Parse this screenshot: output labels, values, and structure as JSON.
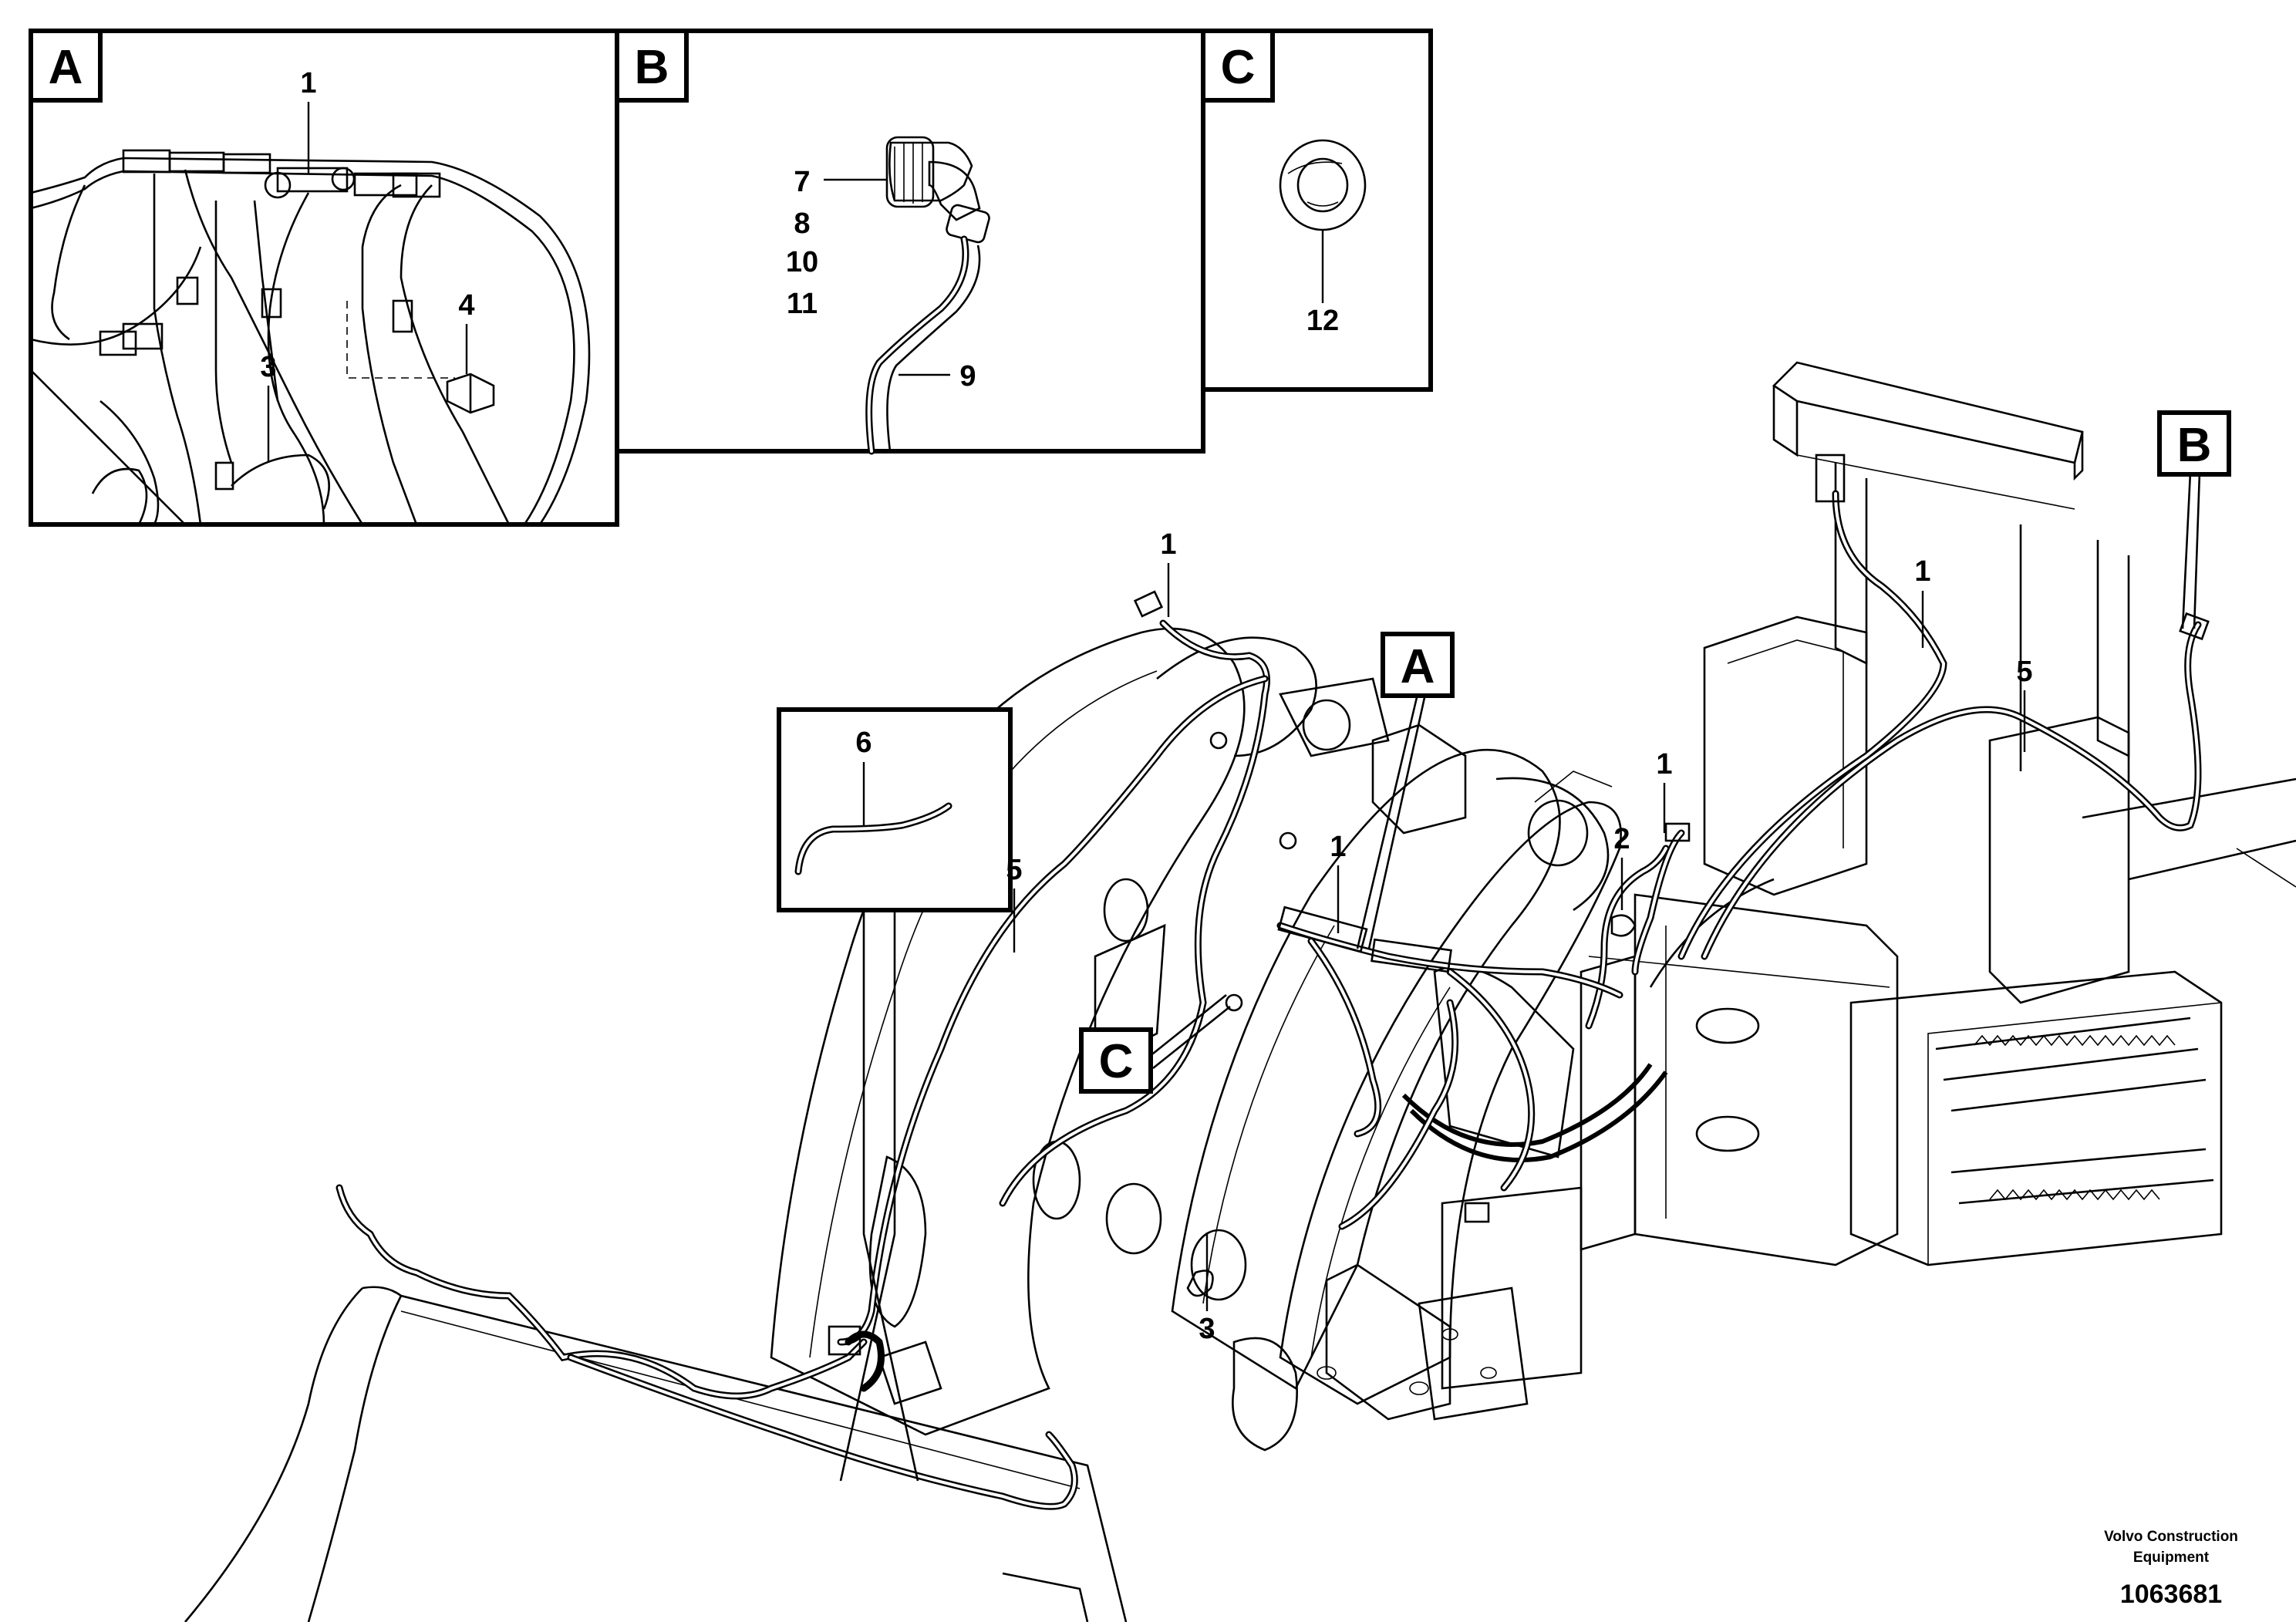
{
  "detail_views": {
    "A": {
      "tag": "A",
      "callouts": [
        "1",
        "3",
        "4"
      ]
    },
    "B": {
      "tag": "B",
      "callouts": [
        "7",
        "8",
        "10",
        "11",
        "9"
      ]
    },
    "C": {
      "tag": "C",
      "callouts": [
        "12"
      ]
    }
  },
  "hose_detail": {
    "callout": "6"
  },
  "main_view": {
    "tags": [
      "A",
      "B",
      "C"
    ],
    "callouts": [
      "1",
      "1",
      "1",
      "1",
      "5",
      "5",
      "2",
      "3"
    ]
  },
  "footer": {
    "company_line1": "Volvo Construction",
    "company_line2": "Equipment",
    "document_number": "1063681"
  }
}
